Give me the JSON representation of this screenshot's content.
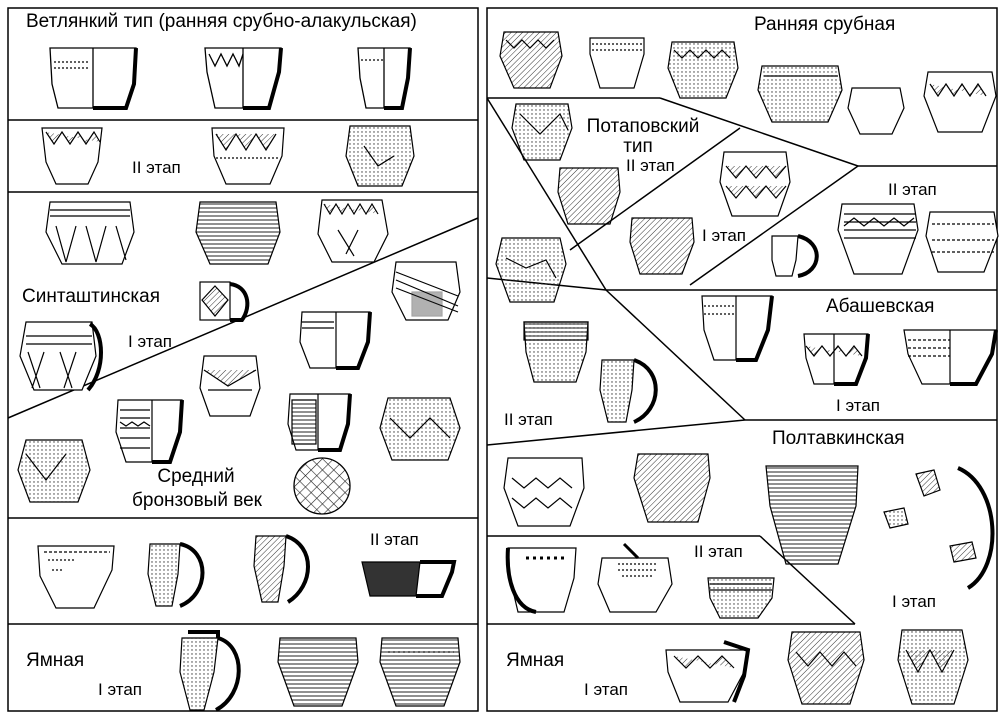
{
  "left_panel": {
    "vetlyanka": {
      "title": "Ветлянкий тип (ранняя срубно-алакульская)",
      "stage2": "II этап"
    },
    "sintashta": {
      "title": "Синташтинская",
      "stage1": "I этап"
    },
    "middle_bronze": {
      "line1": "Средний",
      "line2": "бронзовый век"
    },
    "yamnaya": {
      "title": "Ямная",
      "stage1": "I этап",
      "stage2": "II этап"
    }
  },
  "right_panel": {
    "early_srubnaya": {
      "title": "Ранняя срубная",
      "stage2": "II этап"
    },
    "potapovka": {
      "line1": "Потаповский",
      "line2": "тип",
      "stage2": "II этап",
      "stage1": "I этап"
    },
    "abashevo": {
      "title": "Абашевская",
      "stage1": "I этап",
      "stage2": "II этап"
    },
    "poltavka": {
      "title": "Полтавкинская",
      "stage1": "I этап",
      "stage2": "II этап"
    },
    "yamnaya": {
      "title": "Ямная",
      "stage1": "I этап"
    }
  },
  "colors": {
    "line": "#000000",
    "background": "#ffffff",
    "hatch": "#333333"
  }
}
